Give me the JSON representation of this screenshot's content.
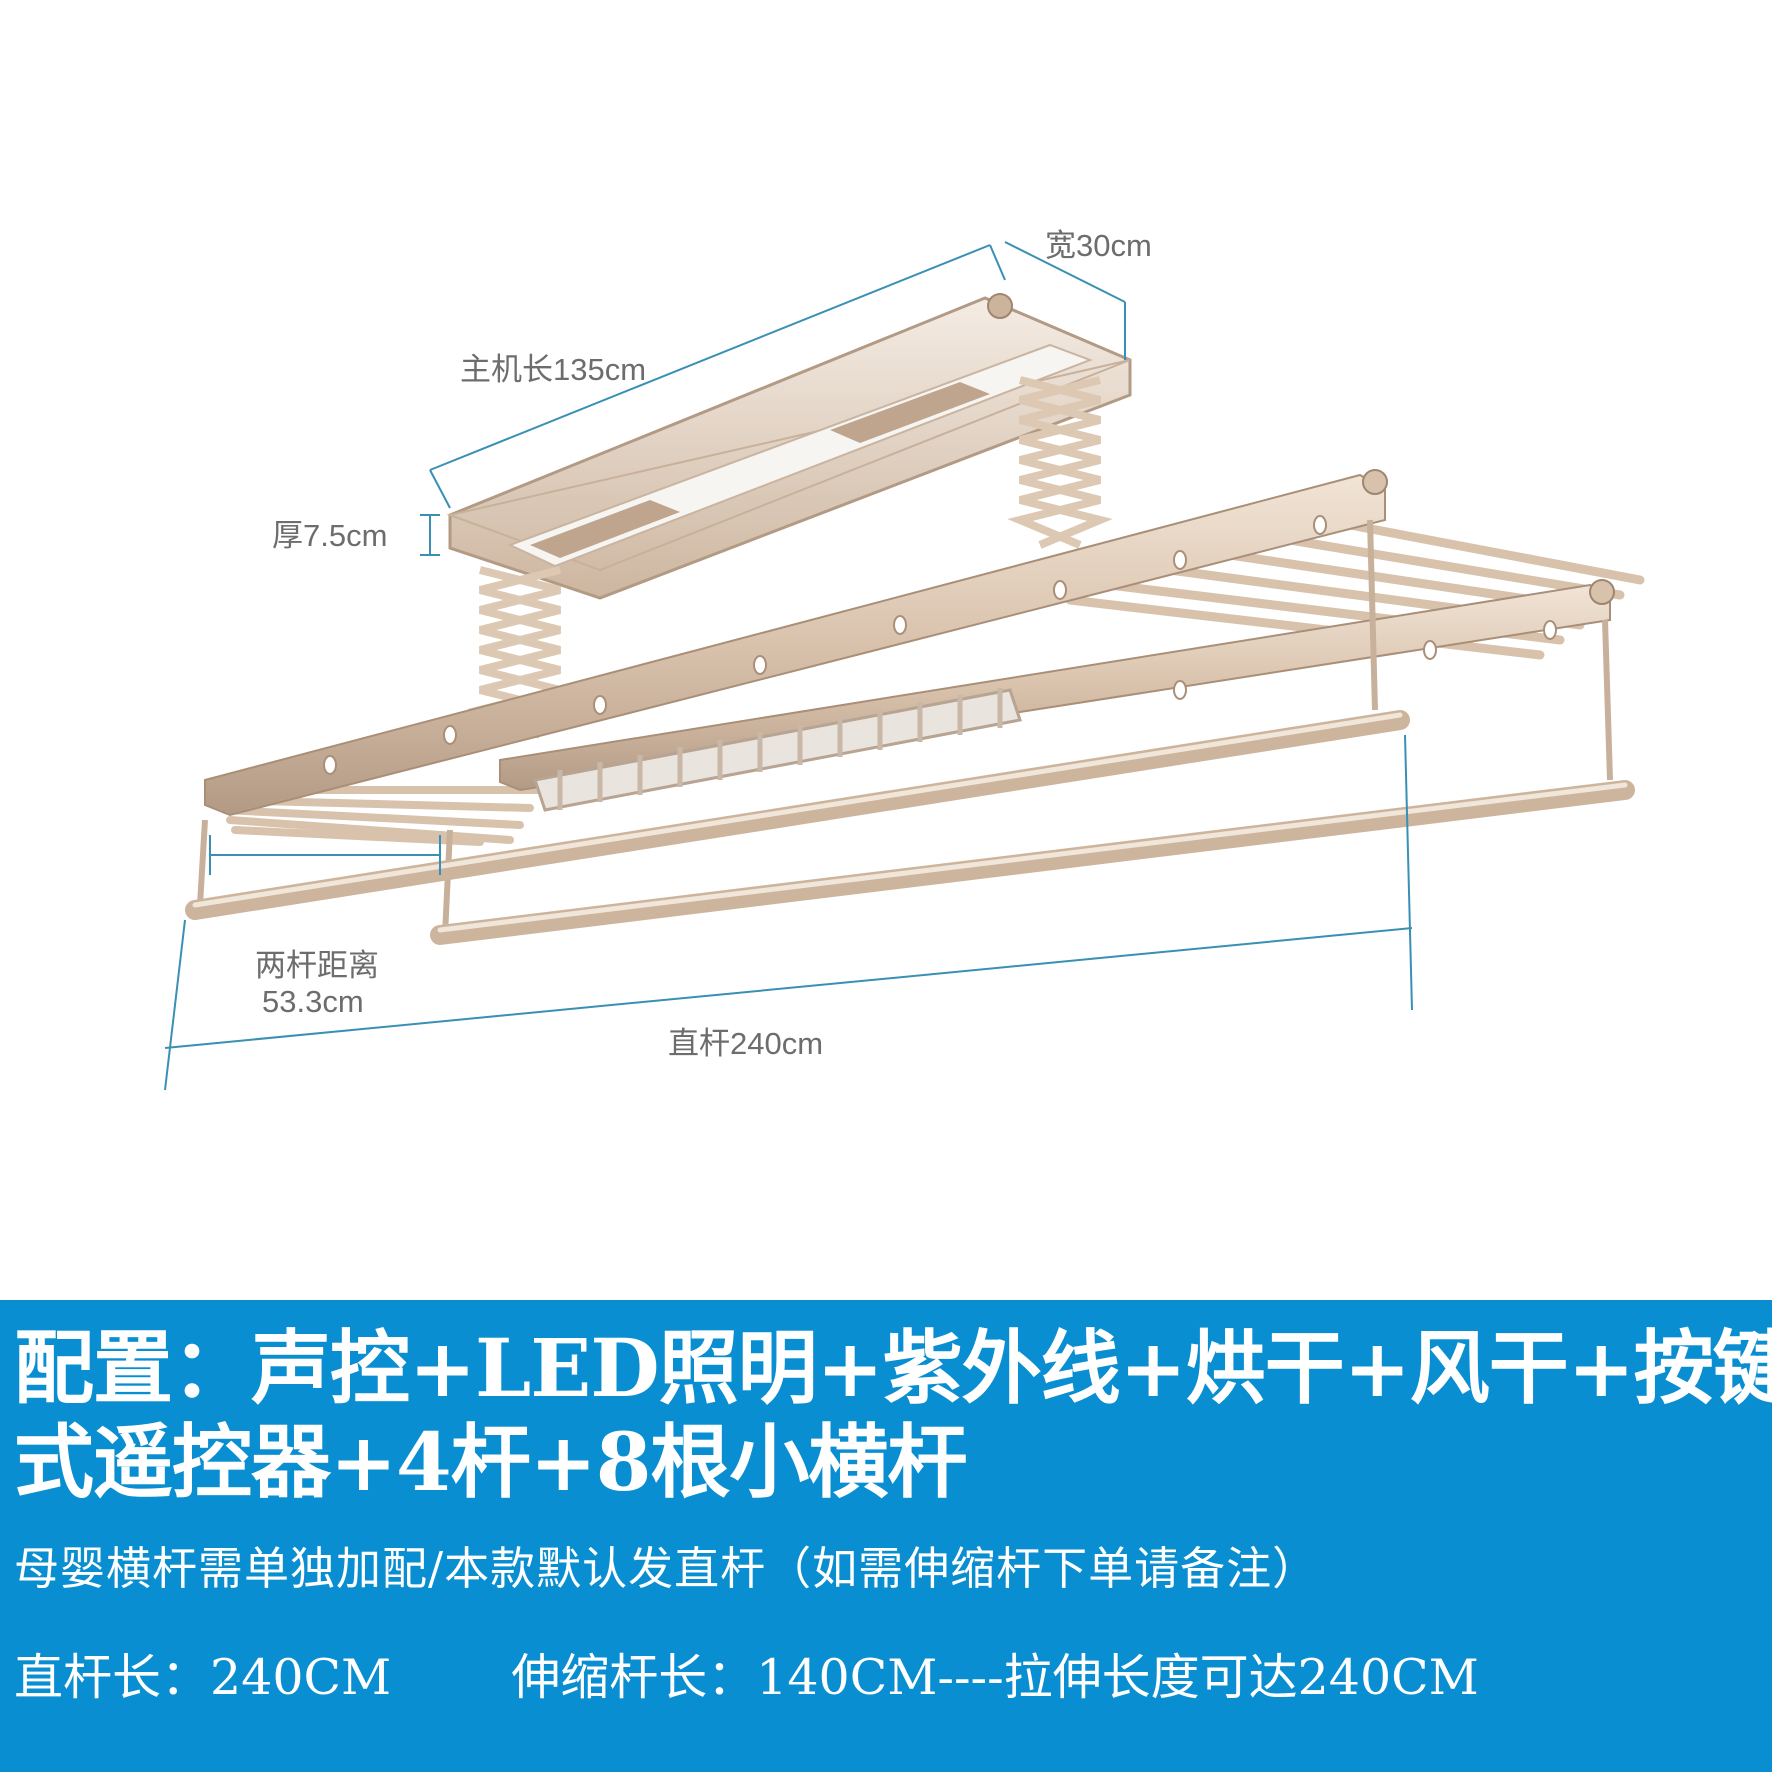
{
  "dimensions": {
    "width": "宽30cm",
    "host_length": "主机长135cm",
    "thickness": "厚7.5cm",
    "rod_distance_line1": "两杆距离",
    "rod_distance_line2": "53.3cm",
    "straight_rod": "直杆240cm"
  },
  "banner": {
    "config_line_1": "配置：声控+LED照明+紫外线+烘干+风干+按键",
    "config_line_2": "式遥控器+4杆+8根小横杆",
    "note": "母婴横杆需单独加配/本款默认发直杆（如需伸缩杆下单请备注）",
    "straight_rod_length": "直杆长：240CM",
    "telescopic_rod_length": "伸缩杆长：140CM----拉伸长度可达240CM"
  },
  "colors": {
    "banner_bg": "#0a8ed2",
    "banner_text": "#ffffff",
    "rack_metal": "#d9c2ac",
    "rack_shadow": "#b39a84",
    "dimension_line": "#3a8fb5",
    "label_text": "#6d6d6d"
  }
}
